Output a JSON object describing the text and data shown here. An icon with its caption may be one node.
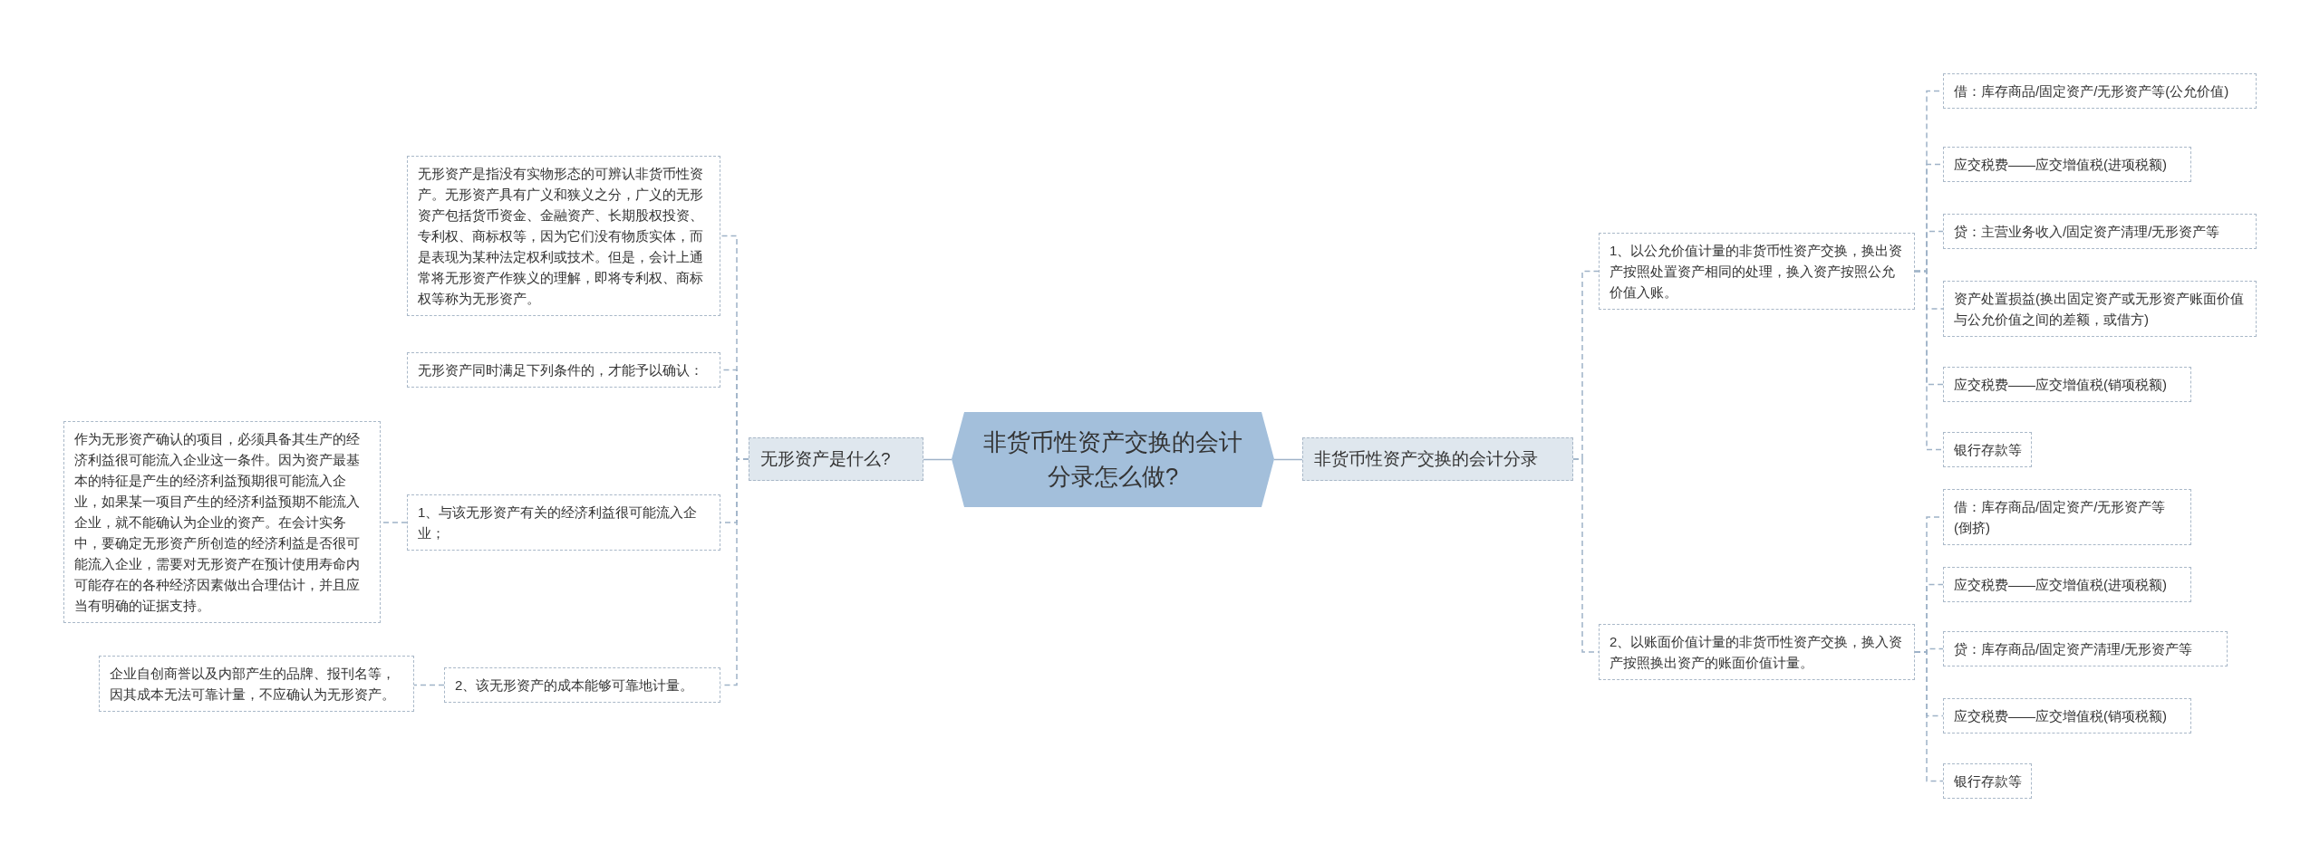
{
  "diagram": {
    "nodes": [
      {
        "text": [
          "非货币性资产交换的会计分录怎么做?"
        ]
      },
      {
        "text": [
          "无形资产是什么?"
        ]
      },
      {
        "text": [
          "非货币性资产交换的会计分录"
        ]
      },
      {
        "text": [
          "无形资产是指没有实物形态的可辨认非货币性资产。无形资产具有广义和狭义之分，广义的无形资产包括货币资金、金融资产、长期股权投资、专利权、商标权等，因为它们没有物质实体，而是表现为某种法定权利或技术。但是，会计上通常将无形资产作狭义的理解，即将专利权、商标权等称为无形资产。"
        ]
      },
      {
        "text": [
          "无形资产同时满足下列条件的，才能予以确认："
        ]
      },
      {
        "text": [
          "1、与该无形资产有关的经济利益很可能流入企业；"
        ]
      },
      {
        "text": [
          "作为无形资产确认的项目，必须具备其生产的经济利益很可能流入企业这一条件。因为资产最基本的特征是产生的经济利益预期很可能流入企业，如果某一项目产生的经济利益预期不能流入企业，就不能确认为企业的资产。在会计实务中，要确定无形资产所创造的经济利益是否很可能流入企业，需要对无形资产在预计使用寿命内可能存在的各种经济因素做出合理估计，并且应当有明确的证据支持。"
        ]
      },
      {
        "text": [
          "2、该无形资产的成本能够可靠地计量。"
        ]
      },
      {
        "text": [
          "企业自创商誉以及内部产生的品牌、报刊名等，因其成本无法可靠计量，不应确认为无形资产。"
        ]
      },
      {
        "text": [
          "1、以公允价值计量的非货币性资产交换，换出资产按照处置资产相同的处理，换入资产按照公允价值入账。"
        ]
      },
      {
        "text": [
          "2、以账面价值计量的非货币性资产交换，换入资产按照换出资产的账面价值计量。"
        ]
      },
      {
        "text": [
          "借：库存商品/固定资产/无形资产等(公允价值)"
        ]
      },
      {
        "text": [
          "应交税费——应交增值税(进项税额)"
        ]
      },
      {
        "text": [
          "贷：主营业务收入/固定资产清理/无形资产等"
        ]
      },
      {
        "text": [
          "资产处置损益(换出固定资产或无形资产账面价值与公允价值之间的差额，或借方)"
        ]
      },
      {
        "text": [
          "应交税费——应交增值税(销项税额)"
        ]
      },
      {
        "text": [
          "银行存款等"
        ]
      },
      {
        "text": [
          "借：库存商品/固定资产/无形资产等(倒挤)"
        ]
      },
      {
        "text": [
          "应交税费——应交增值税(进项税额)"
        ]
      },
      {
        "text": [
          "贷：库存商品/固定资产清理/无形资产等"
        ]
      },
      {
        "text": [
          "应交税费——应交增值税(销项税额)"
        ]
      },
      {
        "text": [
          "银行存款等"
        ]
      }
    ],
    "edges": [
      {
        "from": 0,
        "to": 1,
        "arrow": "none"
      },
      {
        "from": 0,
        "to": 2,
        "arrow": "none"
      },
      {
        "from": 1,
        "to": 3,
        "arrow": "none",
        "style": "dashed"
      },
      {
        "from": 1,
        "to": 4,
        "arrow": "none",
        "style": "dashed"
      },
      {
        "from": 1,
        "to": 5,
        "arrow": "none",
        "style": "dashed"
      },
      {
        "from": 5,
        "to": 6,
        "arrow": "none",
        "style": "dashed"
      },
      {
        "from": 1,
        "to": 7,
        "arrow": "none",
        "style": "dashed"
      },
      {
        "from": 7,
        "to": 8,
        "arrow": "none",
        "style": "dashed"
      },
      {
        "from": 2,
        "to": 9,
        "arrow": "none",
        "style": "dashed"
      },
      {
        "from": 2,
        "to": 10,
        "arrow": "none",
        "style": "dashed"
      },
      {
        "from": 9,
        "to": 11,
        "arrow": "none",
        "style": "dashed"
      },
      {
        "from": 9,
        "to": 12,
        "arrow": "none",
        "style": "dashed"
      },
      {
        "from": 9,
        "to": 13,
        "arrow": "none",
        "style": "dashed"
      },
      {
        "from": 9,
        "to": 14,
        "arrow": "none",
        "style": "dashed"
      },
      {
        "from": 9,
        "to": 15,
        "arrow": "none",
        "style": "dashed"
      },
      {
        "from": 9,
        "to": 16,
        "arrow": "none",
        "style": "dashed"
      },
      {
        "from": 10,
        "to": 17,
        "arrow": "none",
        "style": "dashed"
      },
      {
        "from": 10,
        "to": 18,
        "arrow": "none",
        "style": "dashed"
      },
      {
        "from": 10,
        "to": 19,
        "arrow": "none",
        "style": "dashed"
      },
      {
        "from": 10,
        "to": 20,
        "arrow": "none",
        "style": "dashed"
      },
      {
        "from": 10,
        "to": 21,
        "arrow": "none",
        "style": "dashed"
      }
    ]
  }
}
